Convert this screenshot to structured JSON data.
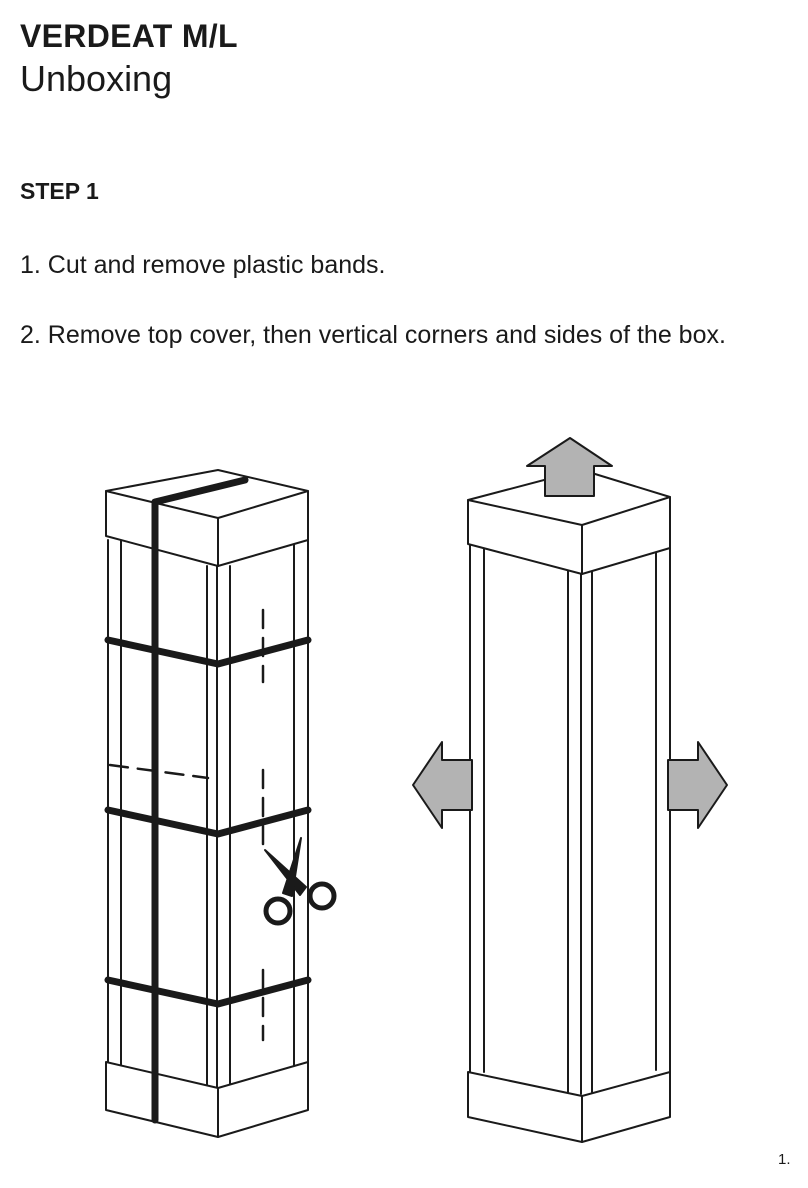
{
  "header": {
    "title": "VERDEAT M/L",
    "subtitle": "Unboxing"
  },
  "step": {
    "label": "STEP 1",
    "instructions": [
      "1. Cut and remove plastic bands.",
      "2. Remove top cover, then vertical corners and sides of the box."
    ]
  },
  "illustrations": {
    "left": {
      "icons": [
        "packed-box",
        "plastic-band",
        "scissors-icon",
        "cut-line"
      ]
    },
    "right": {
      "icons": [
        "unpacked-box",
        "arrow-up-icon",
        "arrow-left-icon",
        "arrow-right-icon"
      ]
    },
    "arrow_fill": "#b3b3b3",
    "line_color": "#1a1a1a"
  },
  "footer": {
    "page_number": "1."
  }
}
